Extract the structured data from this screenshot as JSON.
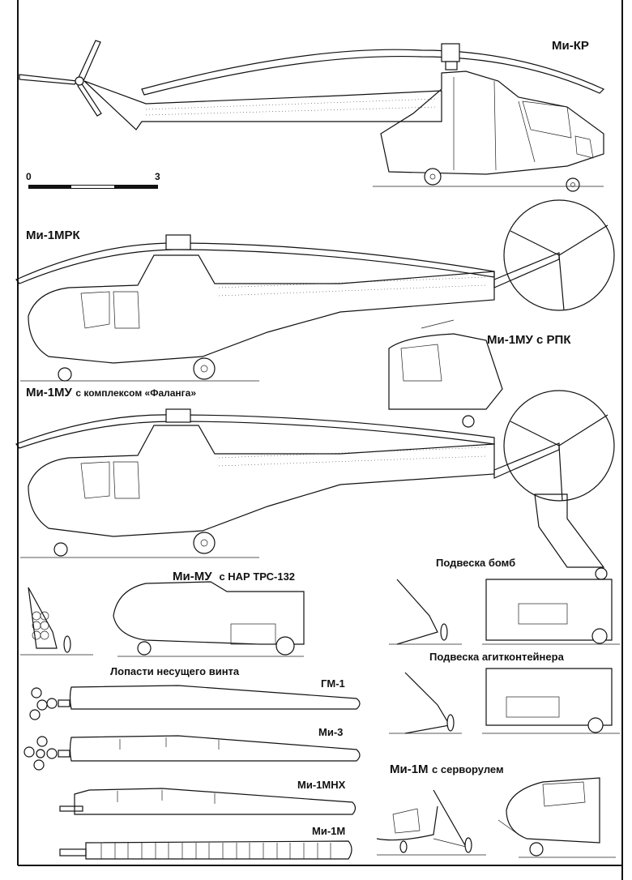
{
  "figure": {
    "labels": {
      "mi_kr": "Ми-КР",
      "mi_1mrk": "Ми-1МРК",
      "mi_1mu_rpk": "Ми-1МУ с РПК",
      "mi_1mu_falanga_main": "Ми-1МУ",
      "mi_1mu_falanga_sub": "с комплексом «Фаланга»",
      "mi_mu_main": "Ми-МУ",
      "mi_mu_sub": "с НАР ТРС-132",
      "bombs": "Подвеска бомб",
      "agit_container": "Подвеска агитконтейнера",
      "blades_title": "Лопасти несущего винта",
      "blade_gm1": "ГМ-1",
      "blade_mi3": "Ми-3",
      "blade_mi1mnh": "Ми-1МНХ",
      "blade_mi1m": "Ми-1М",
      "servo_main": "Ми-1М",
      "servo_sub": "с серворулем"
    },
    "scale_bar": {
      "start": "0",
      "end": "3",
      "units": "m"
    },
    "colors": {
      "ink": "#111111",
      "paper": "#ffffff"
    }
  }
}
